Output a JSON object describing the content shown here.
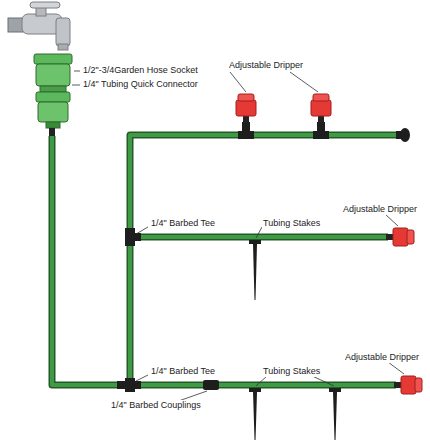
{
  "diagram": {
    "labels": [
      "1/2\"-3/4Garden Hose Socket",
      "1/4\" Tubing Quick Connector",
      "Adjustable Dripper",
      "1/4\" Barbed Tee",
      "Tubing Stakes",
      "Adjustable Dripper",
      "1/4\" Barbed Tee",
      "Tubing Stakes",
      "Adjustable Dripper",
      "1/4\" Barbed Couplings"
    ]
  }
}
